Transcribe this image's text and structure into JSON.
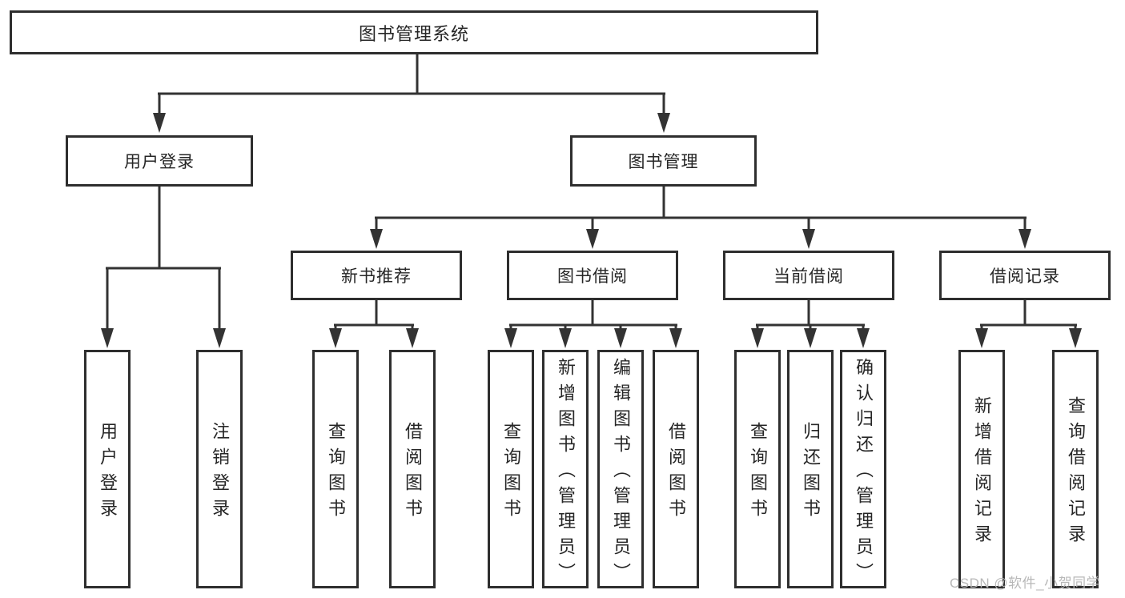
{
  "diagram": {
    "title_node": {
      "label": "图书管理系统"
    },
    "level2": [
      {
        "id": "user-login",
        "label": "用户登录"
      },
      {
        "id": "book-management",
        "label": "图书管理"
      }
    ],
    "level3": [
      {
        "id": "new-book-recommend",
        "parent": "图书管理",
        "label": "新书推荐"
      },
      {
        "id": "book-borrowing",
        "parent": "图书管理",
        "label": "图书借阅"
      },
      {
        "id": "current-borrowing",
        "parent": "图书管理",
        "label": "当前借阅"
      },
      {
        "id": "borrowing-records",
        "parent": "图书管理",
        "label": "借阅记录"
      }
    ],
    "level4": [
      {
        "parent": "用户登录",
        "label": "用户登录"
      },
      {
        "parent": "用户登录",
        "label": "注销登录"
      },
      {
        "parent": "新书推荐",
        "label": "查询图书"
      },
      {
        "parent": "新书推荐",
        "label": "借阅图书"
      },
      {
        "parent": "图书借阅",
        "label": "查询图书"
      },
      {
        "parent": "图书借阅",
        "label": "新增图书（管理员）"
      },
      {
        "parent": "图书借阅",
        "label": "编辑图书（管理员）"
      },
      {
        "parent": "图书借阅",
        "label": "借阅图书"
      },
      {
        "parent": "当前借阅",
        "label": "查询图书"
      },
      {
        "parent": "当前借阅",
        "label": "归还图书"
      },
      {
        "parent": "当前借阅",
        "label": "确认归还（管理员）"
      },
      {
        "parent": "借阅记录",
        "label": "新增借阅记录"
      },
      {
        "parent": "借阅记录",
        "label": "查询借阅记录"
      }
    ]
  },
  "watermark": {
    "text": "CSDN @软件_小贺同学",
    "color": "#b8b8b8"
  },
  "colors": {
    "line": "#333333",
    "box_border": "#2e2e2e",
    "text": "#262626",
    "background": "#ffffff"
  }
}
